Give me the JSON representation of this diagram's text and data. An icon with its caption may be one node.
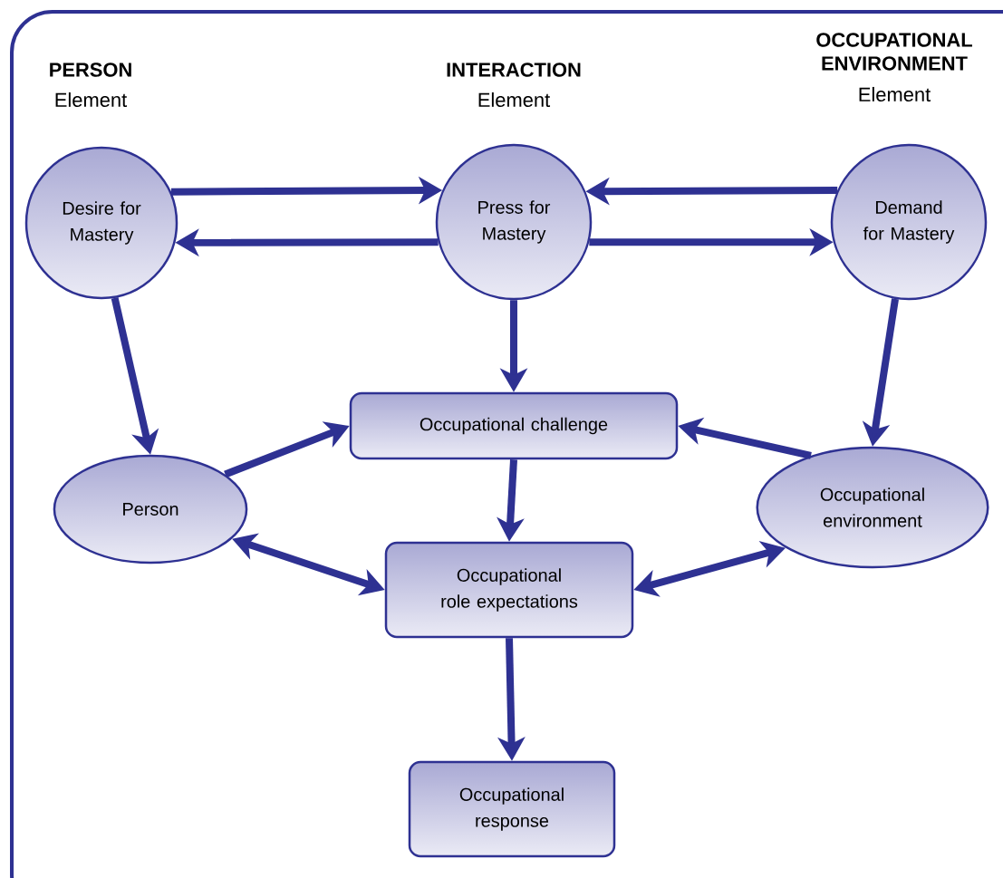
{
  "diagram": {
    "nodes": [
      {
        "text": [
          "Desire for Mastery"
        ]
      },
      {
        "text": [
          "Press for Mastery"
        ]
      },
      {
        "text": [
          "Demand for Mastery"
        ]
      },
      {
        "text": [
          "Occupational challenge"
        ]
      },
      {
        "text": [
          "Person"
        ]
      },
      {
        "text": [
          "Occupational environment"
        ]
      },
      {
        "text": [
          "Occupational role expectations"
        ]
      },
      {
        "text": [
          "Occupational response"
        ]
      }
    ],
    "edges": [
      {
        "from": 0,
        "to": 1,
        "arrow": "to"
      },
      {
        "from": 1,
        "to": 0,
        "arrow": "to"
      },
      {
        "from": 2,
        "to": 1,
        "arrow": "to"
      },
      {
        "from": 1,
        "to": 2,
        "arrow": "to"
      },
      {
        "from": 1,
        "to": 3,
        "arrow": "to"
      },
      {
        "from": 0,
        "to": 4,
        "arrow": "to"
      },
      {
        "from": 2,
        "to": 5,
        "arrow": "to"
      },
      {
        "from": 4,
        "to": 3,
        "arrow": "to"
      },
      {
        "from": 5,
        "to": 3,
        "arrow": "to"
      },
      {
        "from": 4,
        "to": 6,
        "arrow": "both"
      },
      {
        "from": 5,
        "to": 6,
        "arrow": "both"
      },
      {
        "from": 3,
        "to": 6,
        "arrow": "to"
      },
      {
        "from": 6,
        "to": 7,
        "arrow": "to"
      }
    ],
    "labels": [
      "PERSON",
      "Element",
      "INTERACTION",
      "Element",
      "OCCUPATIONAL ENVIRONMENT",
      "Element"
    ]
  }
}
